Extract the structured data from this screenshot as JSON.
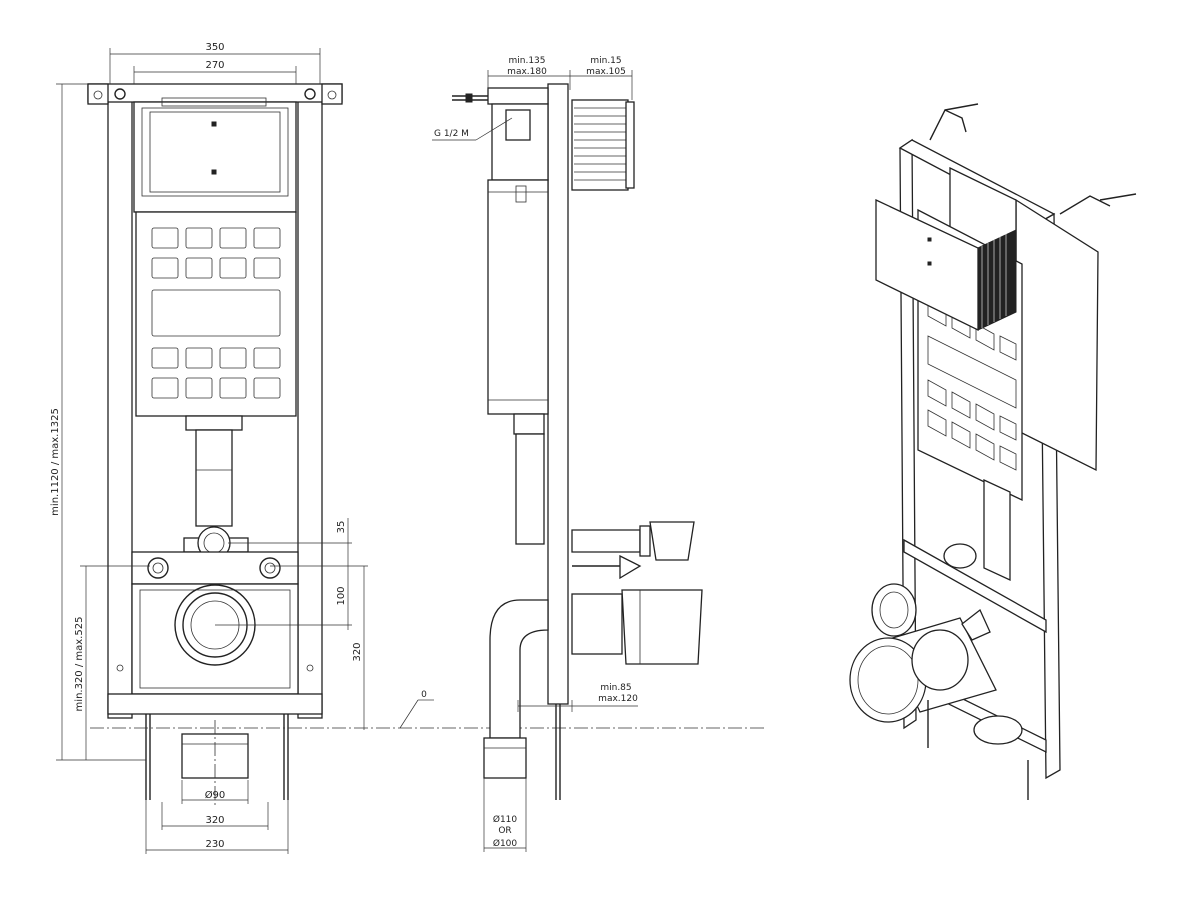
{
  "front_view": {
    "dim_top_outer": "350",
    "dim_top_inner": "270",
    "dim_height": "min.1120 / max.1325",
    "dim_outlet_height": "min.320 / max.525",
    "dim_35": "35",
    "dim_100": "100",
    "dim_320_vert": "320",
    "dim_drain_dia": "Ø90",
    "dim_feet_inner": "320",
    "dim_feet_outer": "230"
  },
  "side_view": {
    "dim_depth_left_min": "min.135",
    "dim_depth_left_max": "max.180",
    "dim_depth_right_min": "min.15",
    "dim_depth_right_max": "max.105",
    "thread_label": "G 1/2 M",
    "floor_label": "0",
    "dim_wall_min": "min.85",
    "dim_wall_max": "max.120",
    "pipe_dia_1": "Ø110",
    "pipe_or": "OR",
    "pipe_dia_2": "Ø100"
  }
}
